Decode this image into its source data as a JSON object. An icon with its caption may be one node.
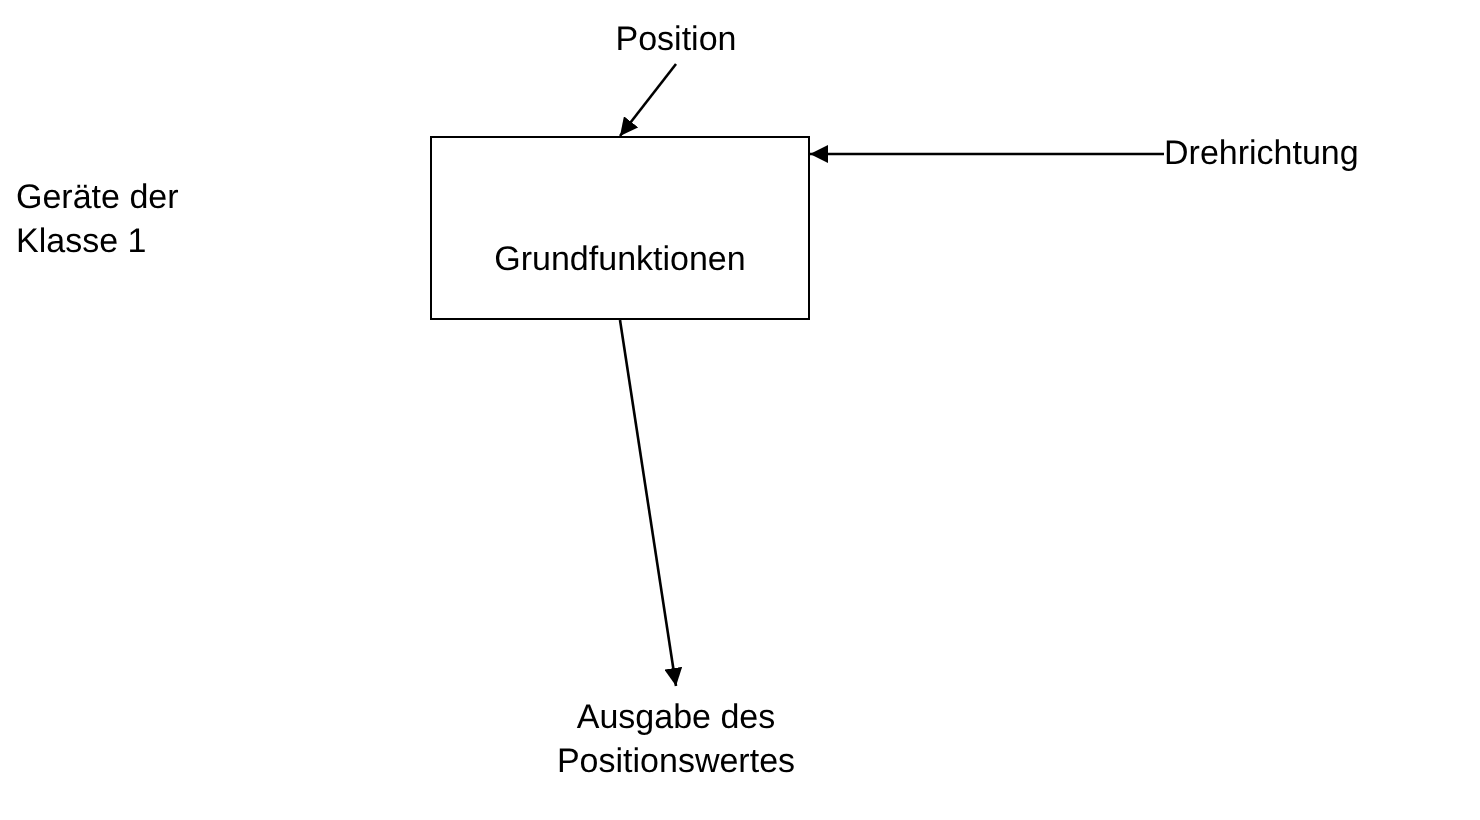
{
  "diagram": {
    "nodes": [
      {
        "text": [
          "Position"
        ]
      },
      {
        "text": [
          "Grundfunktionen"
        ]
      },
      {
        "text": [
          "Drehrichtung"
        ]
      },
      {
        "text": [
          "Ausgabe des Positionswertes"
        ]
      }
    ],
    "edges": [
      {
        "from": 0,
        "to": 1,
        "arrow": "to"
      },
      {
        "from": 2,
        "to": 1,
        "arrow": "to"
      },
      {
        "from": 1,
        "to": 3,
        "arrow": "to"
      }
    ],
    "labels": [
      "Geräte der Klasse 1"
    ]
  }
}
